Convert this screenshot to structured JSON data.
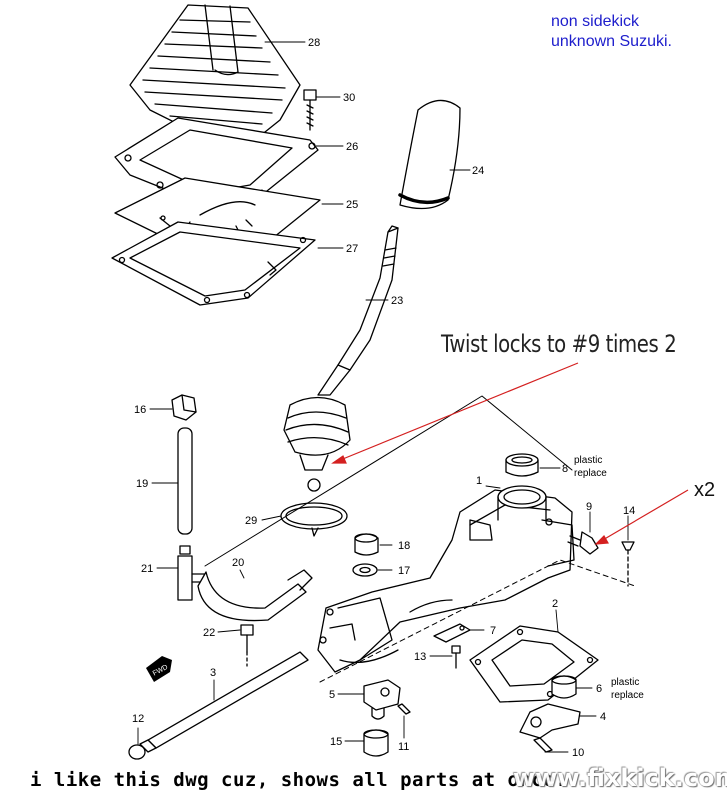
{
  "notes": {
    "top_right_line1": "non sidekick",
    "top_right_line2": "unknown Suzuki.",
    "twist_note": "Twist locks to #9 times 2",
    "x2": "x2",
    "caption": "i like this dwg cuz, shows all parts  at once.",
    "watermark": "www.fixkick.com"
  },
  "labels": {
    "p28": "28",
    "p30": "30",
    "p26": "26",
    "p24": "24",
    "p25": "25",
    "p27": "27",
    "p23": "23",
    "p16": "16",
    "p19": "19",
    "p8": "8",
    "p1": "1",
    "p9": "9",
    "p14": "14",
    "p29": "29",
    "p18": "18",
    "p17": "17",
    "p21": "21",
    "p20": "20",
    "p2": "2",
    "p7": "7",
    "p22": "22",
    "p13": "13",
    "p6": "6",
    "p3": "3",
    "p5": "5",
    "p4": "4",
    "p12": "12",
    "p15": "15",
    "p11": "11",
    "p10": "10"
  },
  "annotations": {
    "plastic_replace_top_1": "plastic",
    "plastic_replace_top_2": "replace",
    "plastic_replace_bottom_1": "plastic",
    "plastic_replace_bottom_2": "replace"
  },
  "icons": {
    "fwd": "FWD"
  },
  "colors": {
    "note_blue": "#1d1dcc",
    "arrow_red": "#d42020",
    "line": "#000000"
  }
}
